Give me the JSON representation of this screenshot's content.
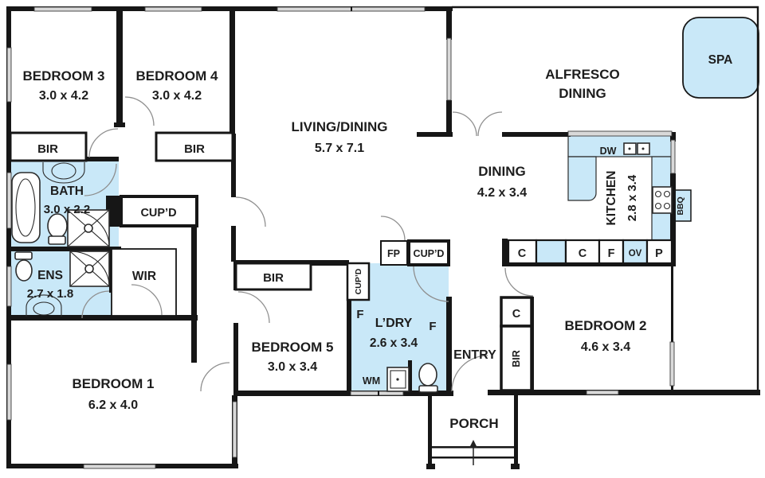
{
  "meta": {
    "title": "4-bedroom house floor plan",
    "type": "floorplan-diagram"
  },
  "colors": {
    "room_fill": "#c9e8f8",
    "wall": "#161616",
    "window": "#d9d9d9",
    "door_arc": "#8f8f8f",
    "text": "#1d1d1d",
    "background": "#ffffff"
  },
  "rooms": {
    "bedroom3": {
      "name": "BEDROOM 3",
      "dims": "3.0 x 4.2"
    },
    "bedroom4": {
      "name": "BEDROOM 4",
      "dims": "3.0 x 4.2"
    },
    "living": {
      "name": "LIVING/DINING",
      "dims": "5.7 x 7.1"
    },
    "alfresco": {
      "line1": "ALFRESCO",
      "line2": "DINING"
    },
    "spa": {
      "name": "SPA"
    },
    "dining": {
      "name": "DINING",
      "dims": "4.2 x 3.4"
    },
    "kitchen": {
      "name": "KITCHEN",
      "dims": "2.8 x 3.4"
    },
    "bath": {
      "name": "BATH",
      "dims": "3.0 x 2.2"
    },
    "ens": {
      "name": "ENS",
      "dims": "2.7 x 1.8"
    },
    "wir": {
      "name": "WIR"
    },
    "bedroom1": {
      "name": "BEDROOM 1",
      "dims": "6.2 x 4.0"
    },
    "bedroom5": {
      "name": "BEDROOM 5",
      "dims": "3.0 x 3.4"
    },
    "laundry": {
      "name": "L’DRY",
      "dims": "2.6 x 3.4"
    },
    "bedroom2": {
      "name": "BEDROOM 2",
      "dims": "4.6 x 3.4"
    },
    "entry": {
      "name": "ENTRY"
    },
    "porch": {
      "name": "PORCH"
    }
  },
  "labels": {
    "bir": "BIR",
    "cupd": "CUP’D",
    "fp": "FP",
    "dw": "DW",
    "wm": "WM",
    "bbq": "BBQ",
    "c": "C",
    "f": "F",
    "ov": "OV",
    "p": "P"
  }
}
